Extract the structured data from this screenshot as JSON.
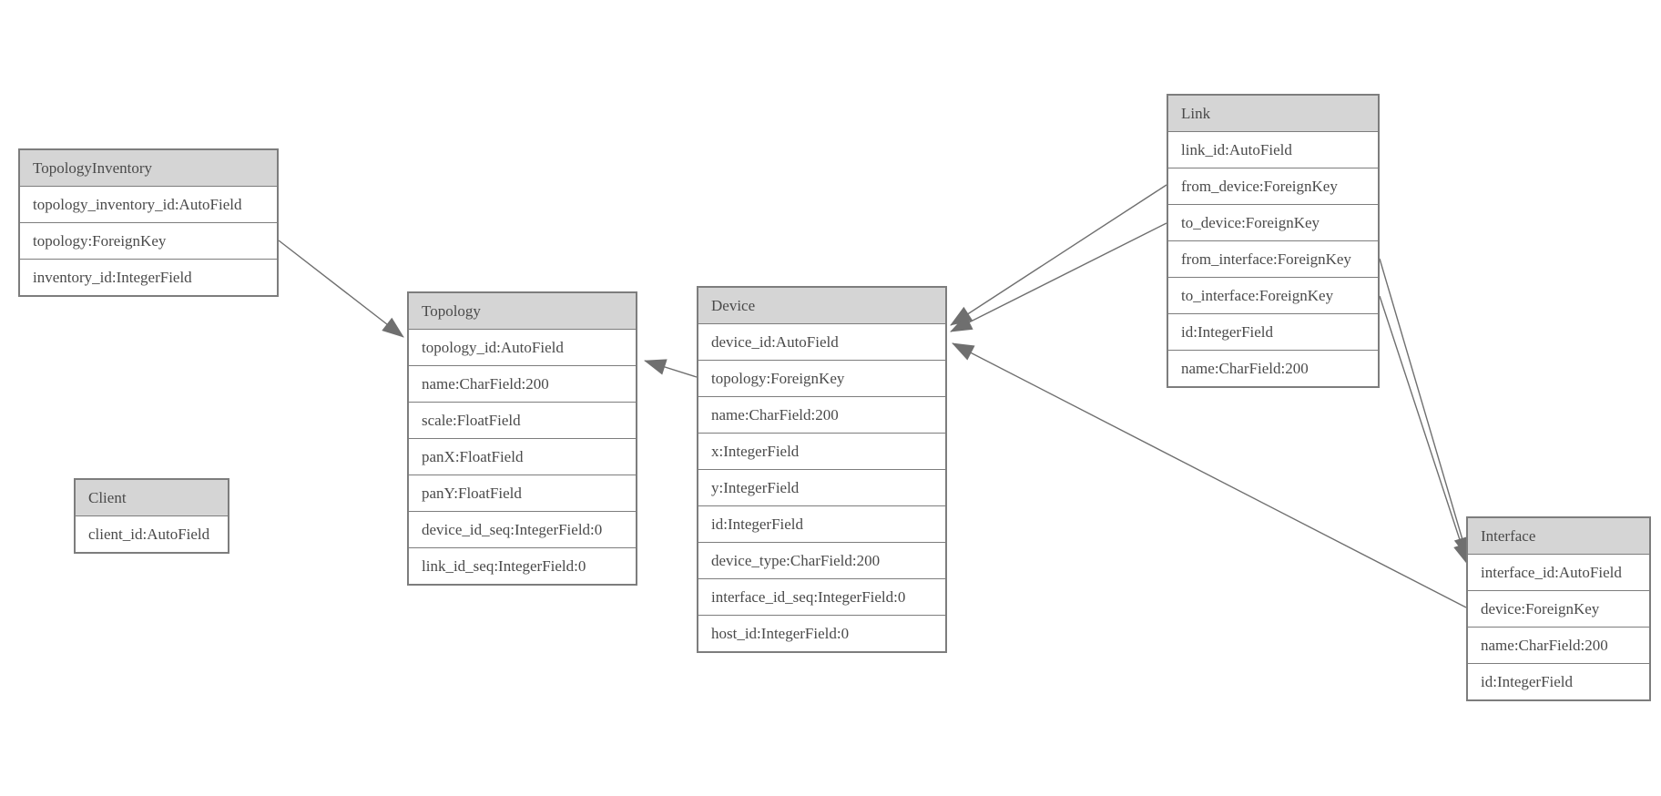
{
  "diagram": {
    "type": "entity-relationship-model-graph",
    "colors": {
      "background": "#ffffff",
      "entity_border": "#7d7d7d",
      "header_fill": "#d5d5d5",
      "row_fill": "#ffffff",
      "text": "#4a4a4a",
      "edge_line": "#6f6f6f",
      "arrowhead_fill": "#6f6f6f"
    },
    "entities": [
      {
        "name": "TopologyInventory",
        "fields": [
          "topology_inventory_id:AutoField",
          "topology:ForeignKey",
          "inventory_id:IntegerField"
        ]
      },
      {
        "name": "Topology",
        "fields": [
          "topology_id:AutoField",
          "name:CharField:200",
          "scale:FloatField",
          "panX:FloatField",
          "panY:FloatField",
          "device_id_seq:IntegerField:0",
          "link_id_seq:IntegerField:0"
        ]
      },
      {
        "name": "Client",
        "fields": [
          "client_id:AutoField"
        ]
      },
      {
        "name": "Device",
        "fields": [
          "device_id:AutoField",
          "topology:ForeignKey",
          "name:CharField:200",
          "x:IntegerField",
          "y:IntegerField",
          "id:IntegerField",
          "device_type:CharField:200",
          "interface_id_seq:IntegerField:0",
          "host_id:IntegerField:0"
        ]
      },
      {
        "name": "Link",
        "fields": [
          "link_id:AutoField",
          "from_device:ForeignKey",
          "to_device:ForeignKey",
          "from_interface:ForeignKey",
          "to_interface:ForeignKey",
          "id:IntegerField",
          "name:CharField:200"
        ]
      },
      {
        "name": "Interface",
        "fields": [
          "interface_id:AutoField",
          "device:ForeignKey",
          "name:CharField:200",
          "id:IntegerField"
        ]
      }
    ],
    "relations": [
      {
        "from": "TopologyInventory.topology",
        "to": "Topology"
      },
      {
        "from": "Device.topology",
        "to": "Topology"
      },
      {
        "from": "Link.from_device",
        "to": "Device"
      },
      {
        "from": "Link.to_device",
        "to": "Device"
      },
      {
        "from": "Link.from_interface",
        "to": "Interface"
      },
      {
        "from": "Link.to_interface",
        "to": "Interface"
      },
      {
        "from": "Interface.device",
        "to": "Device"
      }
    ]
  }
}
